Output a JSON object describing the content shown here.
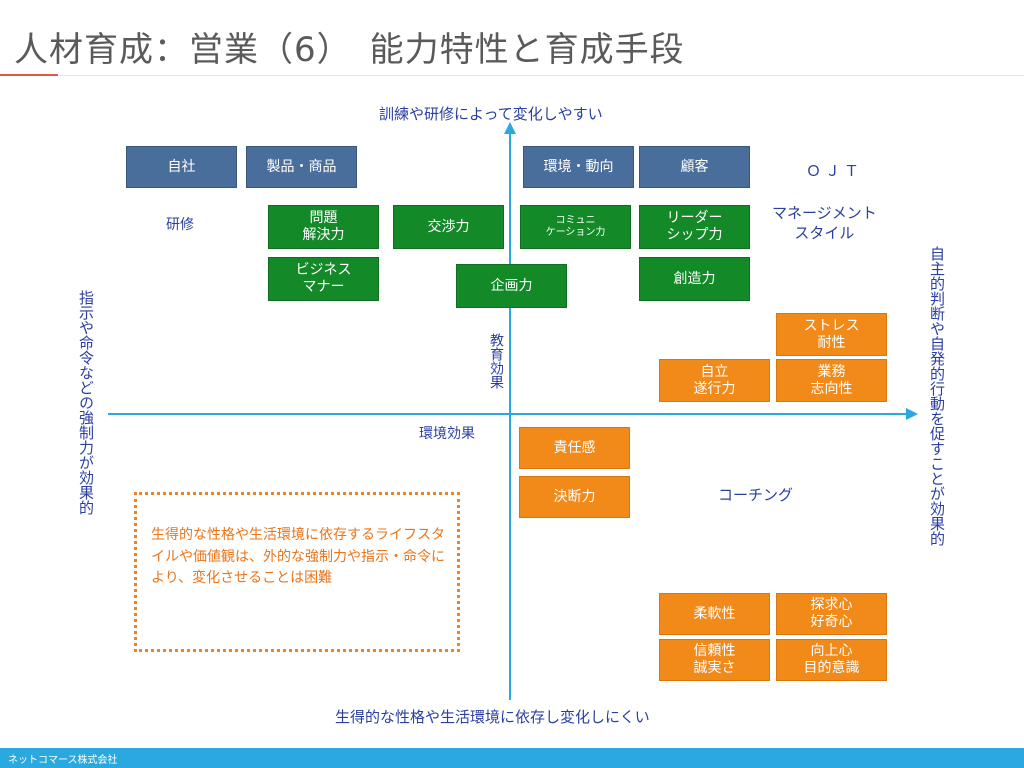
{
  "title": "人材育成：営業（6）　能力特性と育成手段",
  "axes": {
    "top": "訓練や研修によって変化しやすい",
    "bottom": "生得的な性格や生活環境に依存し変化しにくい",
    "left": "指示や命令などの強制力が効果的",
    "right": "自主的判断や自発的行動を促すことが効果的"
  },
  "labels": {
    "ojt": "ＯＪＴ",
    "kenshu": "研修",
    "management_style": "マネージメント\nスタイル",
    "kyoiku_koka": "教育効果",
    "kankyo_koka": "環境効果",
    "coaching": "コーチング"
  },
  "boxes": {
    "jisha": "自社",
    "seihin": "製品・商品",
    "kankyo_doko": "環境・動向",
    "kokyaku": "顧客",
    "mondai": "問題\n解決力",
    "kosho": "交渉力",
    "communication": "コミュニ\nケーション力",
    "leadership": "リーダー\nシップ力",
    "business_manner": "ビジネス\nマナー",
    "kikaku": "企画力",
    "sozo": "創造力",
    "stress": "ストレス\n耐性",
    "jiritsu": "自立\n遂行力",
    "gyomu": "業務\n志向性",
    "sekinin": "責任感",
    "ketsudan": "決断力",
    "junan": "柔軟性",
    "tankyu": "探求心\n好奇心",
    "shinrai": "信頼性\n誠実さ",
    "kojo": "向上心\n目的意識"
  },
  "note": "生得的な性格や生活環境に依存するライフスタイルや価値観は、外的な強制力や指示・命令により、変化させることは困難",
  "footer": "ネットコマース株式会社",
  "colors": {
    "blue": "#4a6e9b",
    "green": "#138a27",
    "orange": "#f28a1a",
    "axis": "#29a9df",
    "label": "#2a3fa0"
  }
}
